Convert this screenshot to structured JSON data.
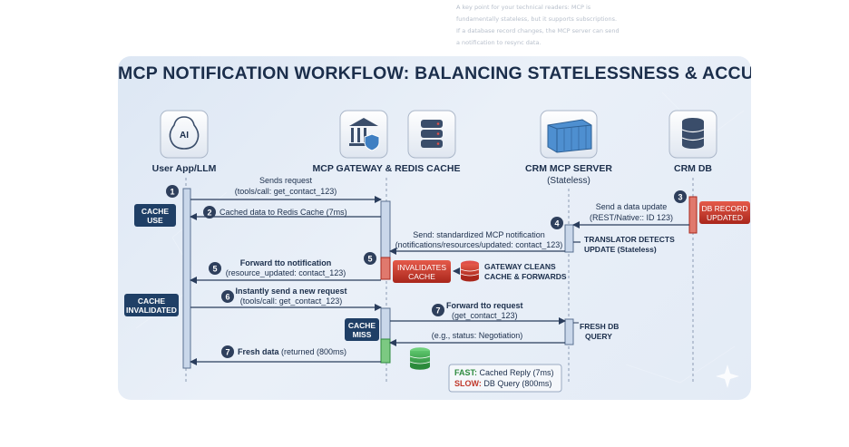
{
  "background_note": {
    "lines": [
      "A key point for your technical readers: MCP is",
      "fundamentally stateless, but it supports subscriptions.",
      "If a database record changes, the MCP server can send",
      "a notification to resync data."
    ]
  },
  "title": "MCP NOTIFICATION WORKFLOW: BALANCING STATELESSNESS & ACCURACY",
  "actors": {
    "user_app": "User App/LLM",
    "gateway": "MCP GATEWAY & REDIS CACHE",
    "crm_server": "CRM MCP SERVER",
    "crm_server_sub": "(Stateless)",
    "crm_db": "CRM DB",
    "ai_icon_text": "AI"
  },
  "steps": {
    "s1": {
      "num": "1",
      "line1": "Sends request",
      "line2": "(tools/call: get_contact_123)"
    },
    "s2": {
      "num": "2",
      "text": "Cached data to Redis Cache (7ms)"
    },
    "s3": {
      "num": "3",
      "badge": "DB RECORD UPDATED"
    },
    "s4": {
      "num": "4",
      "line1": "Send a data update",
      "line2": "(REST/Native:: ID 123)"
    },
    "s4b": {
      "line1": "Send: standardized MCP notification",
      "line2": "(notifications/resources/updated: contact_123)"
    },
    "s5": {
      "num": "5",
      "line1": "Forward tto notification",
      "line2": "(resource_updated: contact_123)"
    },
    "s5g": {
      "num": "5"
    },
    "s6": {
      "num": "6",
      "line1": "Instantly send a new request",
      "line2": "(tools/call: get_contact_123)"
    },
    "s7a": {
      "num": "7",
      "line1": "Forward tto request",
      "line2": "(get_contact_123)"
    },
    "s7b": {
      "text": "(e.g., status: Negotiation)"
    },
    "s7c": {
      "num": "7",
      "bold": "Fresh data",
      "rest": " (returned (800ms)"
    }
  },
  "labels": {
    "cache_use": [
      "CACHE",
      "USE"
    ],
    "cache_invalidated": [
      "CACHE",
      "INVALIDATED"
    ],
    "cache_miss": [
      "CACHE",
      "MISS"
    ],
    "invalidates_cache": [
      "INVALIDATES",
      "CACHE"
    ],
    "gateway_cleans": [
      "GATEWAY CLEANS",
      "CACHE & FORWARDS"
    ],
    "translator": [
      "TRANSLATOR DETECTS",
      "UPDATE (Stateless)"
    ],
    "fresh_db": [
      "FRESH DB",
      "QUERY"
    ],
    "db_record": [
      "DB RECORD",
      "UPDATED"
    ]
  },
  "legend": {
    "fast_key": "FAST:",
    "fast_val": " Cached Reply (7ms)",
    "slow_key": "SLOW:",
    "slow_val": " DB Query (800ms)"
  },
  "colors": {
    "navy": "#1b2e4b",
    "badge_blue": "#1f3f66",
    "red": "#c0392b",
    "green": "#2e8b3e",
    "card_bg": "#e4ecf6"
  }
}
